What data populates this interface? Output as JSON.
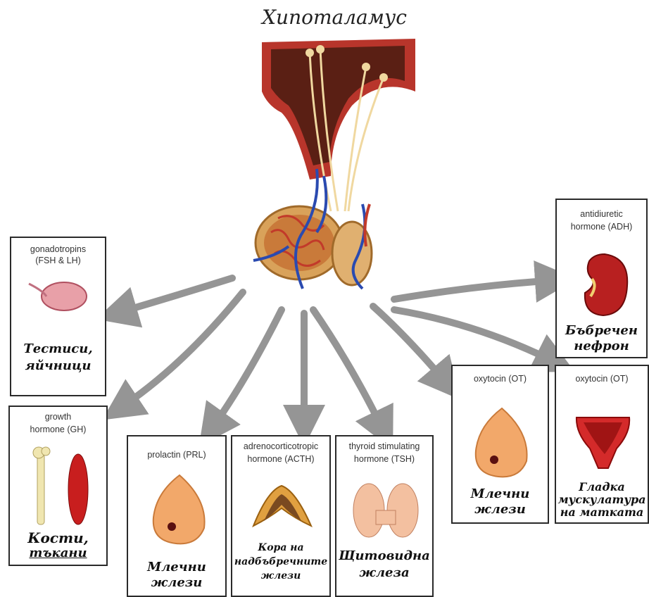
{
  "title": "Хипоталамус",
  "boxes": {
    "gonado": {
      "hormone_l1": "gonadotropins",
      "hormone_l2": "(FSH & LH)",
      "target_l1": "Тестиси,",
      "target_l2": "яйчници"
    },
    "growth": {
      "hormone_l1": "growth",
      "hormone_l2": "hormone (GH)",
      "target_l1": "Кости,",
      "target_l2": "тъкани"
    },
    "prolactin": {
      "hormone_l1": "prolactin (PRL)",
      "target_l1": "Млечни",
      "target_l2": "жлези"
    },
    "acth": {
      "hormone_l1": "adrenocorticotropic",
      "hormone_l2": "hormone (ACTH)",
      "target_l1": "Кора на",
      "target_l2": "надбъбречните",
      "target_l3": "жлези"
    },
    "tsh": {
      "hormone_l1": "thyroid stimulating",
      "hormone_l2": "hormone (TSH)",
      "target_l1": "Щитовидна",
      "target_l2": "жлеза"
    },
    "oxy1": {
      "hormone_l1": "oxytocin (OT)",
      "target_l1": "Млечни",
      "target_l2": "жлези"
    },
    "oxy2": {
      "hormone_l1": "oxytocin (OT)",
      "target_l1": "Гладка",
      "target_l2": "мускулатура",
      "target_l3": "на матката"
    },
    "adh": {
      "hormone_l1": "antidiuretic",
      "hormone_l2": "hormone (ADH)",
      "target_l1": "Бъбречен",
      "target_l2": "нефрон"
    }
  }
}
